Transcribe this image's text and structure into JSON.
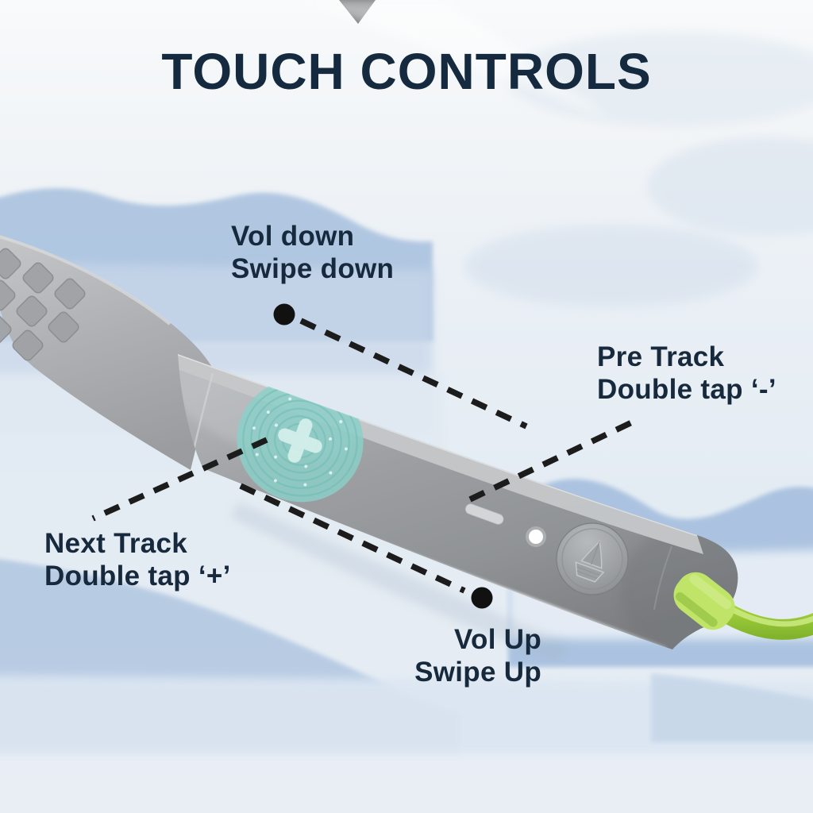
{
  "title": "TOUCH CONTROLS",
  "annotations": {
    "vol_down": {
      "lines": [
        "Vol down",
        "Swipe down"
      ]
    },
    "pre_track": {
      "lines": [
        "Pre Track",
        "Double tap ‘-’"
      ]
    },
    "next_track": {
      "lines": [
        "Next Track",
        "Double tap ‘+’"
      ]
    },
    "vol_up": {
      "lines": [
        "Vol Up",
        "Swipe Up"
      ]
    }
  },
  "device": {
    "type": "neckband-earphone-control-module",
    "touchpad_symbol": "+",
    "brand_logo": "sailboat",
    "features": [
      "touchpad",
      "fingerprint-texture",
      "mic-slot",
      "led-indicator",
      "brand-button",
      "green-cable"
    ]
  },
  "palette": {
    "text_navy": "#17293c",
    "callout_black": "#1c1c1c",
    "device_gray": "#96989c",
    "device_chamfer": "#c6c8ca",
    "touchpad_teal": "#8bd0c8",
    "cable_green": "#a5d440",
    "led_white": "#ffffff",
    "sky": "#eef2f7",
    "mountain_blue": "#a4bedd"
  }
}
